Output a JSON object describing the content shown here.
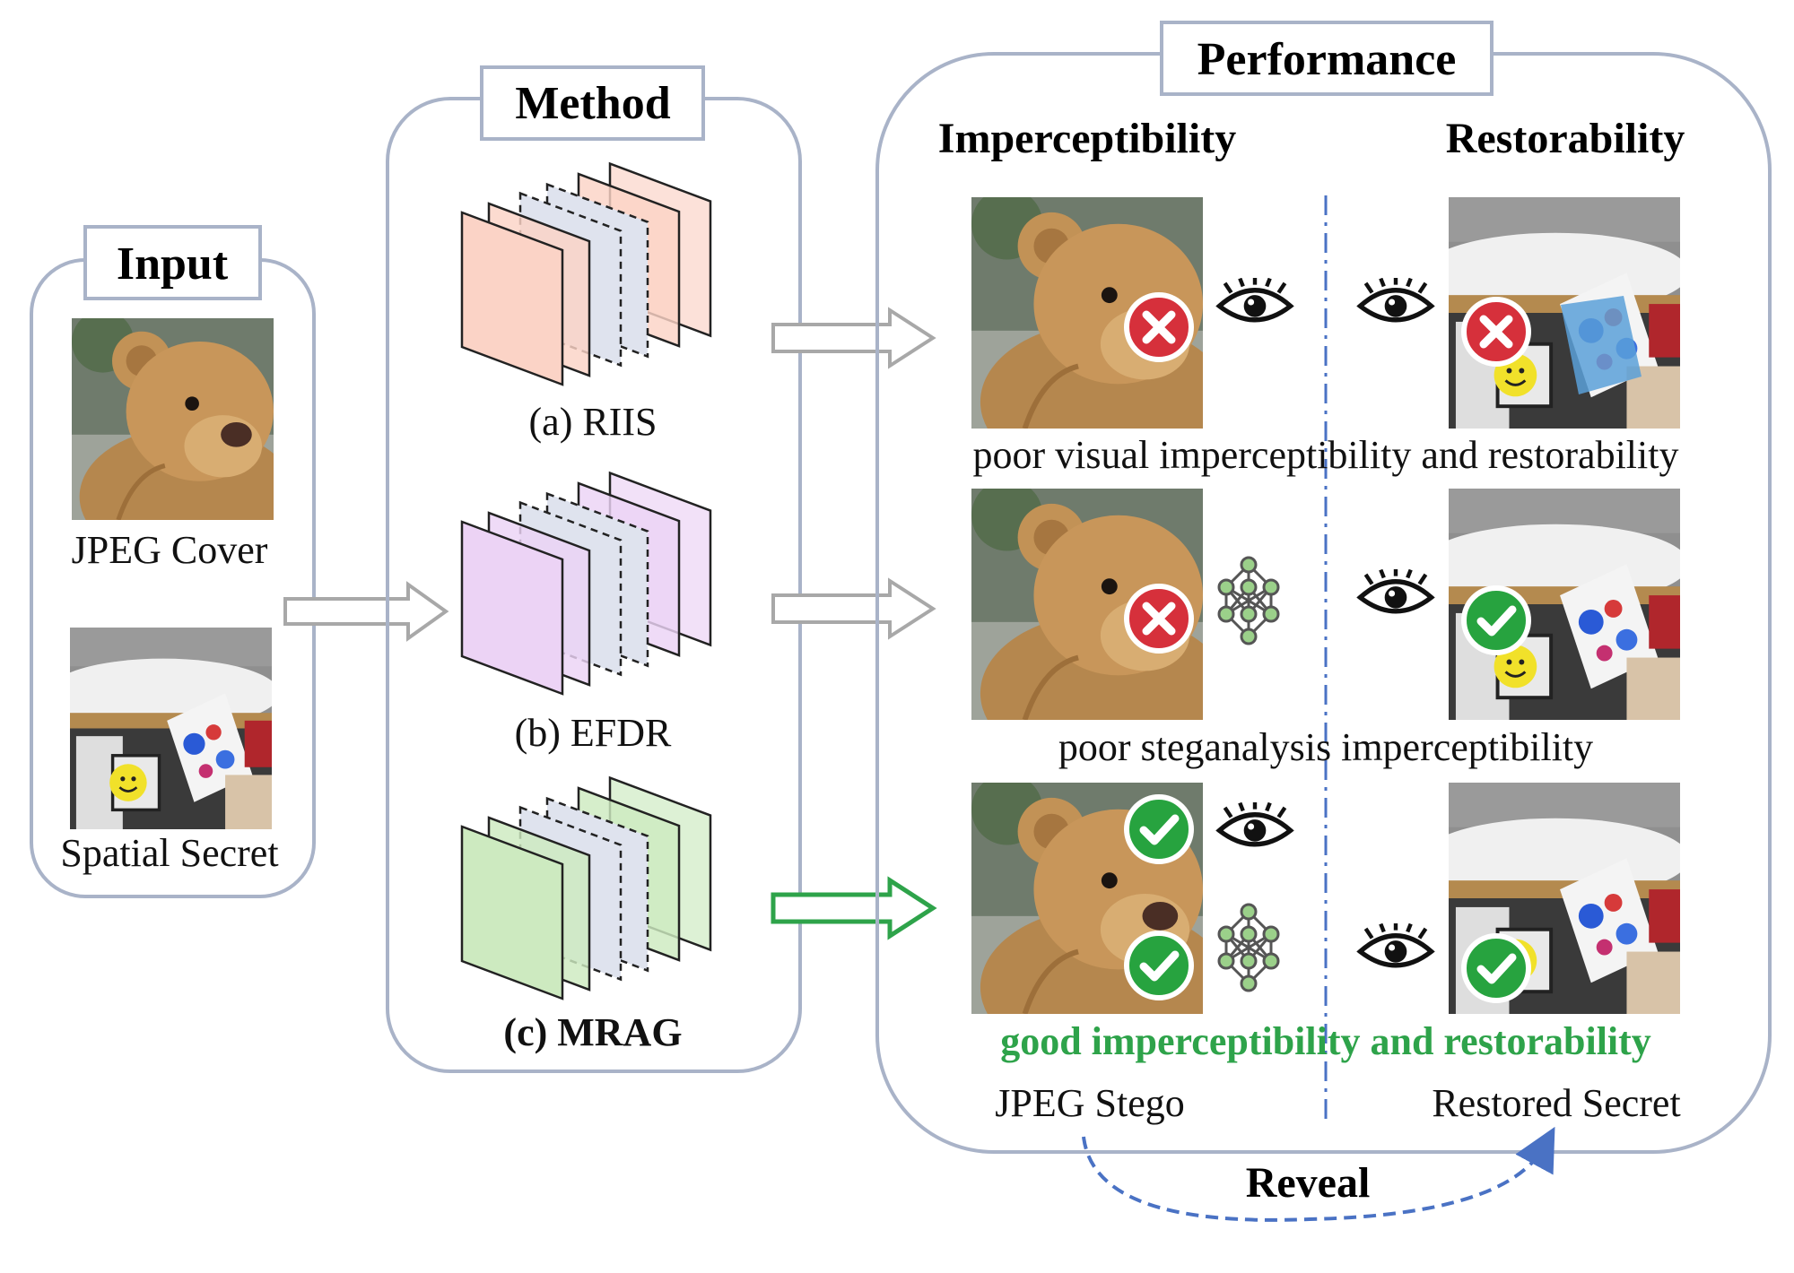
{
  "input": {
    "title": "Input",
    "cover_label": "JPEG Cover",
    "secret_label": "Spatial Secret"
  },
  "method": {
    "title": "Method",
    "items": [
      {
        "label": "(a) RIIS",
        "color": "#fbd3c6"
      },
      {
        "label": "(b) EFDR",
        "color": "#ecd3f5"
      },
      {
        "label": "(c) MRAG",
        "color": "#cdeac0"
      }
    ]
  },
  "performance": {
    "title": "Performance",
    "col_left": "Imperceptibility",
    "col_right": "Restorability",
    "rows": [
      {
        "caption": "poor visual imperceptibility and restorability",
        "stego_marks": [
          "cross"
        ],
        "restore_mark": "cross"
      },
      {
        "caption": "poor steganalysis imperceptibility",
        "stego_marks": [
          "cross"
        ],
        "restore_mark": "check"
      },
      {
        "caption": "good imperceptibility and restorability",
        "stego_marks": [
          "check",
          "check"
        ],
        "restore_mark": "check"
      }
    ],
    "stego_label": "JPEG Stego",
    "restored_label": "Restored Secret",
    "reveal_label": "Reveal"
  },
  "colors": {
    "panel_border": "#a9b3c8",
    "arrow_gray": "#a8a8a8",
    "arrow_green": "#2ea34a",
    "reveal_blue": "#4a72c4",
    "cross_red": "#d6303b",
    "check_green": "#27a33f"
  }
}
